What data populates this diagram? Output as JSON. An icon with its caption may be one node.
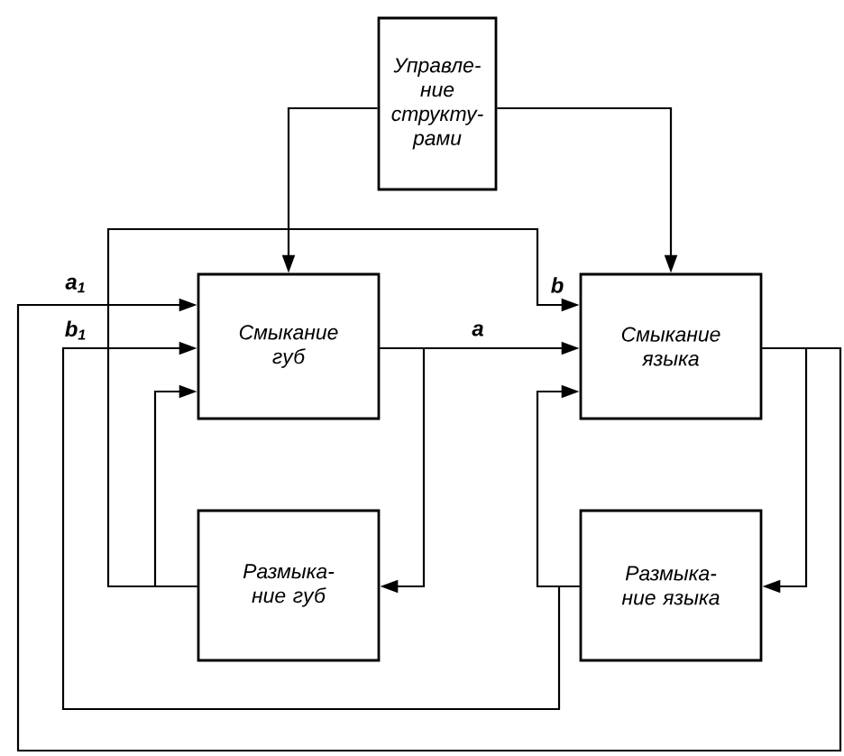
{
  "diagram": {
    "nodes": [
      {
        "text": [
          "Управле- ние структу- рами"
        ]
      },
      {
        "text": [
          "Смыкание губ"
        ]
      },
      {
        "text": [
          "Смыкание языка"
        ]
      },
      {
        "text": [
          "Размыка- ние губ"
        ]
      },
      {
        "text": [
          "Размыка- ние языка"
        ]
      }
    ],
    "edges": [
      {
        "from": 0,
        "to": 1,
        "arrow": "to"
      },
      {
        "from": 0,
        "to": 2,
        "arrow": "to"
      },
      {
        "from": 1,
        "to": 2,
        "arrow": "to",
        "label": "a"
      },
      {
        "from": 1,
        "to": 3,
        "arrow": "to"
      },
      {
        "from": 3,
        "to": 1,
        "arrow": "to"
      },
      {
        "from": 3,
        "to": 2,
        "arrow": "to",
        "label": "b"
      },
      {
        "from": 2,
        "to": 4,
        "arrow": "to"
      },
      {
        "from": 2,
        "to": 1,
        "arrow": "to",
        "label": "a$_{1}$"
      },
      {
        "from": 4,
        "to": 1,
        "arrow": "to",
        "label": "b$_{1}$"
      },
      {
        "from": 4,
        "to": 2,
        "arrow": "to"
      }
    ]
  }
}
